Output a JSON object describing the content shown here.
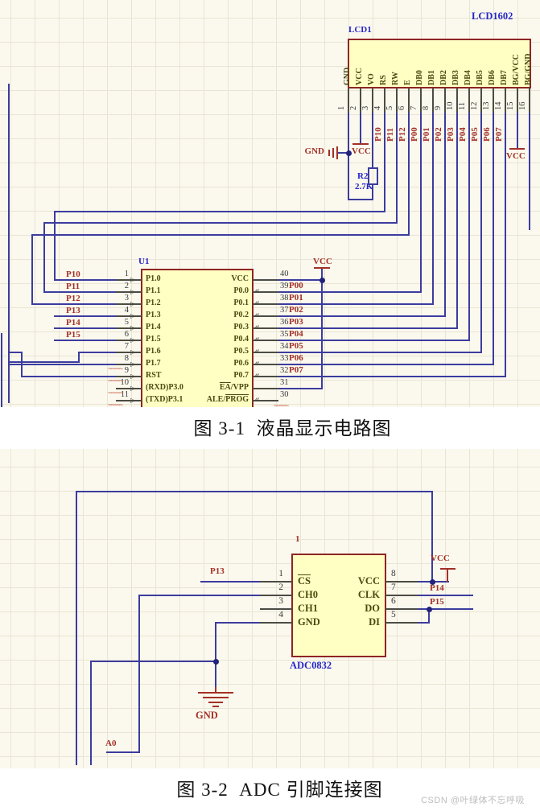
{
  "watermark": "CSDN @叶绿体不忘呼吸",
  "figure1": {
    "caption": "图 3-1  液晶显示电路图",
    "power": {
      "gnd": "GND",
      "vcc": "VCC"
    },
    "r2": {
      "designator": "R2",
      "value": "2.7K"
    },
    "lcd": {
      "part_number": "LCD1602",
      "designator": "LCD1",
      "pins": [
        {
          "num": "1",
          "name": "GND",
          "net": ""
        },
        {
          "num": "2",
          "name": "VCC",
          "net": ""
        },
        {
          "num": "3",
          "name": "VO",
          "net": ""
        },
        {
          "num": "4",
          "name": "RS",
          "net": "P10"
        },
        {
          "num": "5",
          "name": "RW",
          "net": "P11"
        },
        {
          "num": "6",
          "name": "E",
          "net": "P12"
        },
        {
          "num": "7",
          "name": "DB0",
          "net": "P00"
        },
        {
          "num": "8",
          "name": "DB1",
          "net": "P01"
        },
        {
          "num": "9",
          "name": "DB2",
          "net": "P02"
        },
        {
          "num": "10",
          "name": "DB3",
          "net": "P03"
        },
        {
          "num": "11",
          "name": "DB4",
          "net": "P04"
        },
        {
          "num": "12",
          "name": "DB5",
          "net": "P05"
        },
        {
          "num": "13",
          "name": "DB6",
          "net": "P06"
        },
        {
          "num": "14",
          "name": "DB7",
          "net": "P07"
        },
        {
          "num": "15",
          "name": "BG/VCC",
          "net": ""
        },
        {
          "num": "16",
          "name": "BG/GND",
          "net": ""
        }
      ]
    },
    "u1": {
      "designator": "U1",
      "left_pins": [
        {
          "num": "1",
          "name": "P1.0",
          "net": "P10"
        },
        {
          "num": "2",
          "name": "P1.1",
          "net": "P11"
        },
        {
          "num": "3",
          "name": "P1.2",
          "net": "P12"
        },
        {
          "num": "4",
          "name": "P1.3",
          "net": "P13"
        },
        {
          "num": "5",
          "name": "P1.4",
          "net": "P14"
        },
        {
          "num": "6",
          "name": "P1.5",
          "net": "P15"
        },
        {
          "num": "7",
          "name": "P1.6"
        },
        {
          "num": "8",
          "name": "P1.7"
        },
        {
          "num": "9",
          "name": "RST"
        },
        {
          "num": "10",
          "name": "(RXD)P3.0"
        },
        {
          "num": "11",
          "name": "(TXD)P3.1"
        }
      ],
      "right_pins": [
        {
          "num": "40",
          "name": "VCC"
        },
        {
          "num": "39",
          "name": "P0.0",
          "net": "P00"
        },
        {
          "num": "38",
          "name": "P0.1",
          "net": "P01"
        },
        {
          "num": "37",
          "name": "P0.2",
          "net": "P02"
        },
        {
          "num": "36",
          "name": "P0.3",
          "net": "P03"
        },
        {
          "num": "35",
          "name": "P0.4",
          "net": "P04"
        },
        {
          "num": "34",
          "name": "P0.5",
          "net": "P05"
        },
        {
          "num": "33",
          "name": "P0.6",
          "net": "P06"
        },
        {
          "num": "32",
          "name": "P0.7",
          "net": "P07"
        },
        {
          "num": "31",
          "name": "EA/VPP",
          "ov": "EA"
        },
        {
          "num": "30",
          "name": "ALE/PROG",
          "ov": "PROG"
        }
      ]
    }
  },
  "figure2": {
    "caption": "图 3-2  ADC 引脚连接图",
    "power": {
      "vcc": "VCC",
      "gnd": "GND"
    },
    "nets": {
      "a0": "A0"
    },
    "adc": {
      "designator": "1",
      "part_number": "ADC0832",
      "left_pins": [
        {
          "num": "1",
          "name": "CS",
          "ov": "CS",
          "net": "P13"
        },
        {
          "num": "2",
          "name": "CH0"
        },
        {
          "num": "3",
          "name": "CH1"
        },
        {
          "num": "4",
          "name": "GND"
        }
      ],
      "right_pins": [
        {
          "num": "8",
          "name": "VCC"
        },
        {
          "num": "7",
          "name": "CLK",
          "net": "P14"
        },
        {
          "num": "6",
          "name": "DO",
          "net": "P15"
        },
        {
          "num": "5",
          "name": "DI"
        }
      ]
    }
  }
}
